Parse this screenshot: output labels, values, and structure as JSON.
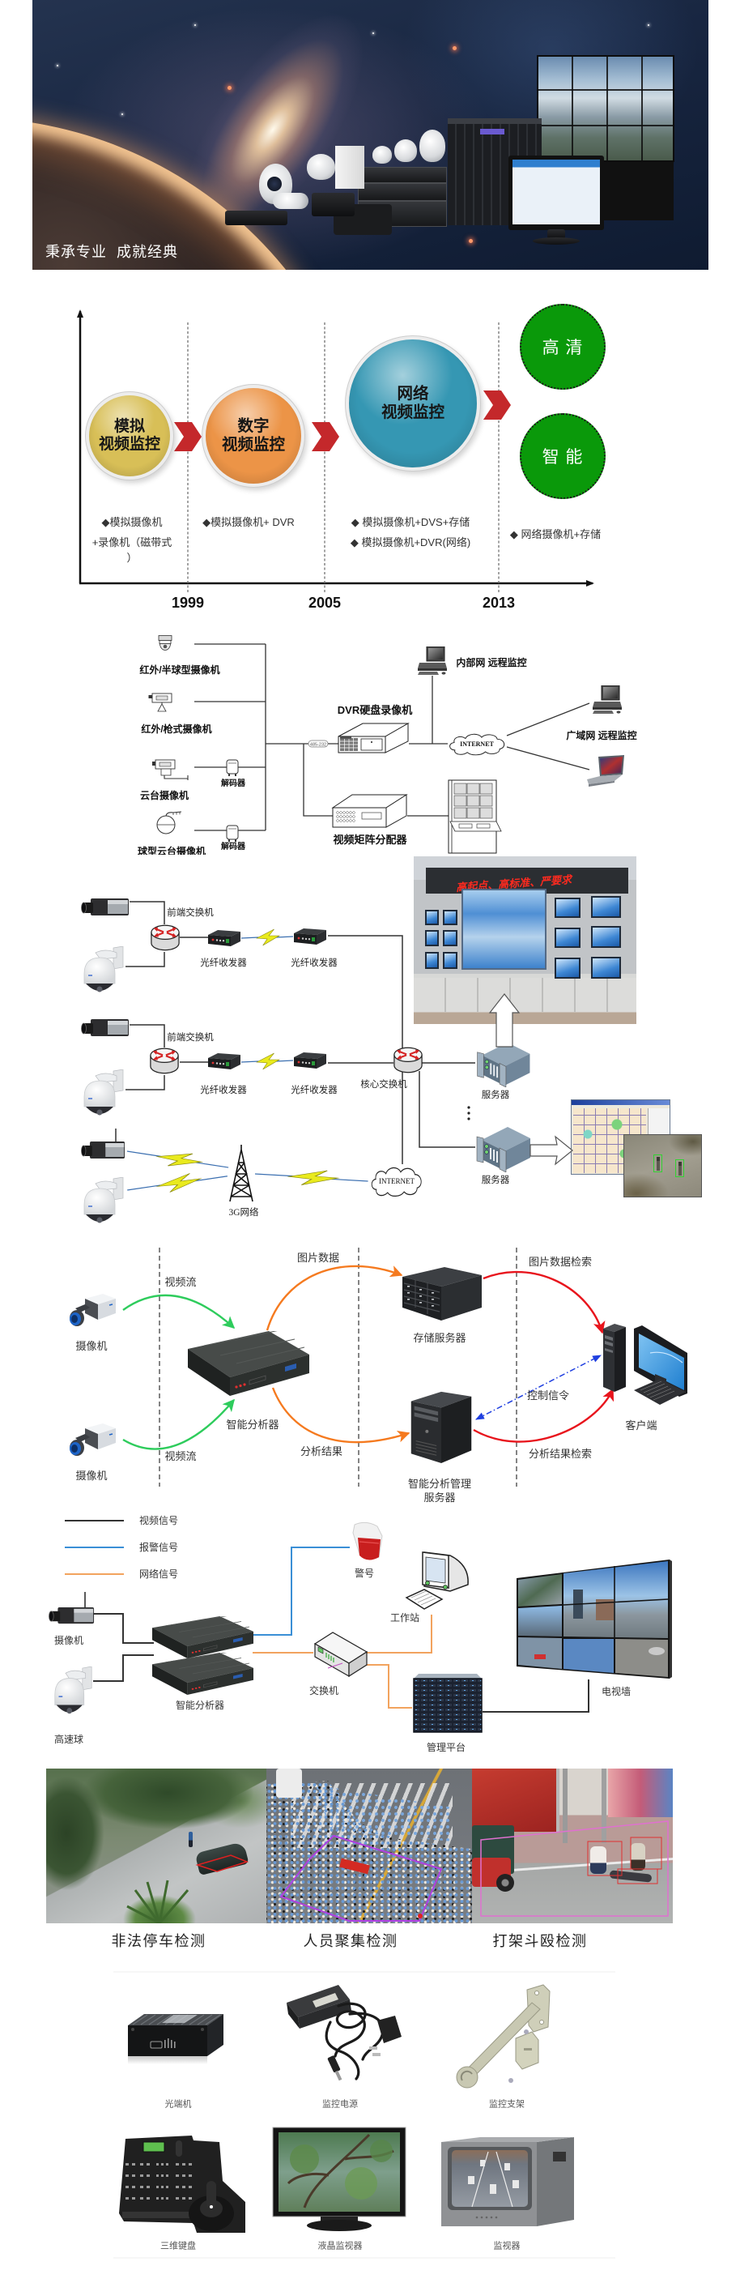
{
  "banner": {
    "slogan": "秉承专业  成就经典"
  },
  "timeline": {
    "stages": [
      {
        "line1": "模拟",
        "line2": "视频监控",
        "color": "#d8bf57"
      },
      {
        "line1": "数字",
        "line2": "视频监控",
        "color": "#ec9447"
      },
      {
        "line1": "网络",
        "line2": "视频监控",
        "color": "#3597b3"
      }
    ],
    "future": [
      {
        "label": "高 清"
      },
      {
        "label": "智 能"
      }
    ],
    "future_color": "#0a990a",
    "arrow_color": "#c4282b",
    "years": [
      "1999",
      "2005",
      "2013"
    ],
    "notes": [
      {
        "lines": [
          "◆模拟摄像机",
          "+录像机（磁带式",
          "）"
        ]
      },
      {
        "lines": [
          "◆模拟摄像机+ DVR"
        ]
      },
      {
        "lines": [
          "◆ 模拟摄像机+DVS+存储",
          "◆ 模拟摄像机+DVR(网络)"
        ]
      },
      {
        "lines": [
          "◆ 网络摄像机+存储"
        ]
      }
    ]
  },
  "dvr_system": {
    "cameras": [
      {
        "label": "红外/半球型摄像机"
      },
      {
        "label": "红外/枪式摄像机"
      },
      {
        "label": "云台摄像机"
      },
      {
        "label": "球型云台摄像机"
      }
    ],
    "decoder_label": "解码器",
    "interface_tag": "485-232",
    "dvr_label": "DVR硬盘录像机",
    "matrix_label": "视频矩阵分配器",
    "cloud_label": "INTERNET",
    "lan_monitor_label": "内部网 远程监控",
    "wan_monitor_label": "广域网 远程监控"
  },
  "fiber_network": {
    "front_switch_label": "前端交换机",
    "transceiver_label": "光纤收发器",
    "core_switch_label": "核心交换机",
    "server_label": "服务器",
    "network_3g_label": "3G网络",
    "cloud_label": "INTERNET",
    "control_room_led": "高起点、高标准、严要求"
  },
  "analysis_flow": {
    "camera_label": "摄像机",
    "video_stream_label": "视频流",
    "analyzer_label": "智能分析器",
    "image_data_label": "图片数据",
    "analysis_result_label": "分析结果",
    "storage_server_label": "存储服务器",
    "mgmt_server_label": [
      "智能分析管理",
      "服务器"
    ],
    "image_search_label": "图片数据检索",
    "result_search_label": "分析结果检索",
    "control_signal_label": "控制信令",
    "client_label": "客户端",
    "colors": {
      "video": "#2ecc5c",
      "data": "#f57a1f",
      "search": "#e8141c",
      "control": "#1f3fe0"
    }
  },
  "signal_topology": {
    "legend": [
      {
        "label": "视频信号",
        "color": "#333333"
      },
      {
        "label": "报警信号",
        "color": "#3a8fd6"
      },
      {
        "label": "网络信号",
        "color": "#f2a35e"
      }
    ],
    "camera_label": "摄像机",
    "speed_dome_label": "高速球",
    "analyzer_label": "智能分析器",
    "alarm_label": "警号",
    "switch_label": "交换机",
    "workstation_label": "工作站",
    "platform_label": "管理平台",
    "tv_wall_label": "电视墙"
  },
  "detection_examples": [
    {
      "label": "非法停车检测"
    },
    {
      "label": "人员聚集检测"
    },
    {
      "label": "打架斗殴检测"
    }
  ],
  "accessories": [
    {
      "label": "光端机"
    },
    {
      "label": "监控电源"
    },
    {
      "label": "监控支架"
    },
    {
      "label": "三维键盘"
    },
    {
      "label": "液晶监视器"
    },
    {
      "label": "监视器"
    }
  ]
}
